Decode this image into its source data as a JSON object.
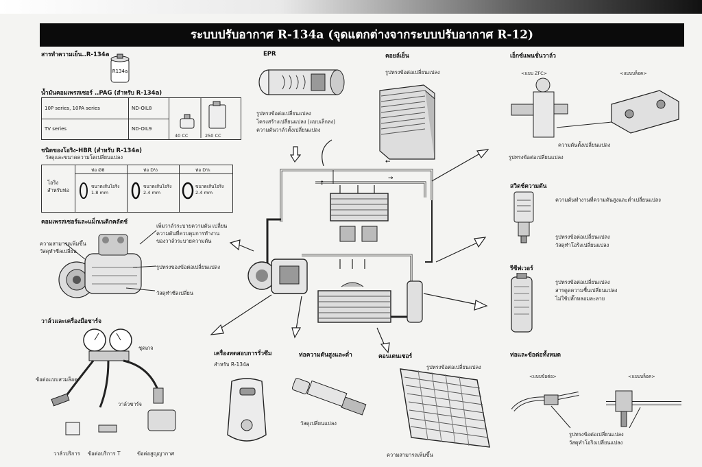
{
  "title": "ระบบปรับอากาศ R-134a (จุดแตกต่างจากระบบปรับอากาศ R-12)",
  "refrigerant": {
    "heading": "สารทำความเย็น..R-134a",
    "can_label": "R134a"
  },
  "oil": {
    "heading": "น้ำมันคอมเพรสเซอร์ ..PAG (สำหรับ R-134a)",
    "rows": [
      {
        "series": "10P series, 10PA series",
        "code": "ND-OIL8"
      },
      {
        "series": "TV series",
        "code": "ND-OIL9"
      }
    ],
    "sizes": [
      "40 CC",
      "250 CC"
    ]
  },
  "oring": {
    "heading": "ชนิดของโอริง-HBR (สำหรับ R-134a)",
    "note": "วัสดุและขนาดความโตเปลี่ยนแปลง",
    "row_label": "โอริง สำหรับท่อ",
    "cols": [
      {
        "head": "ท่อ Ø8",
        "desc": "ขนาดเส้นโอริง",
        "size": "1.8 mm"
      },
      {
        "head": "ท่อ D½",
        "desc": "ขนาดเส้นโอริง",
        "size": "2.4 mm"
      },
      {
        "head": "ท่อ D⅝",
        "desc": "ขนาดเส้นโอริง",
        "size": "2.4 mm"
      }
    ]
  },
  "compressor": {
    "heading": "คอมเพรสเซอร์และแม็กเนติกคลัตช์",
    "notes": [
      "เพิ่มวาล์วระบายความดัน เปลี่ยน",
      "ความดันที่ควบคุมการทำงาน",
      "ของวาล์วระบายความดัน"
    ],
    "left_notes": [
      "ความสามารถเพิ่มขึ้น",
      "วัสดุทำซีลเปลี่ยน"
    ],
    "fitting_note": "รูปทรงของข้อต่อเปลี่ยนแปลง",
    "seal_note": "วัสดุทำซีลเปลี่ยน"
  },
  "gauge": {
    "heading": "วาล์วและเครื่องมือชาร์จ",
    "labels": [
      "ชุดเกจ",
      "ข้อต่อแบบสวมล็อค",
      "วาล์วชาร์จ",
      "วาล์วบริการ",
      "ข้อต่อบริการ T",
      "ข้อต่อสูญญากาศ"
    ]
  },
  "epr": {
    "heading": "EPR",
    "notes": [
      "รูปทรงข้อต่อเปลี่ยนแปลง",
      "โครงสร้างเปลี่ยนแปลง (แบบเล็กลง)",
      "ความดันวาล์วตั้งเปลี่ยนแปลง"
    ]
  },
  "evaporator": {
    "heading": "คอยล์เย็น",
    "note": "รูปทรงข้อต่อเปลี่ยนแปลง"
  },
  "expansion": {
    "heading": "เอ็กซ์แพนชั่นวาล์ว",
    "types": [
      "<แบบ ZFC>",
      "<แบบบล็อค>"
    ],
    "notes": [
      "ความดันตั้งเปลี่ยนแปลง",
      "รูปทรงข้อต่อเปลี่ยนแปลง"
    ]
  },
  "pressure_switch": {
    "heading": "สวิตช์ความดัน",
    "notes": [
      "ความดันทำงานที่ความดันสูงและต่ำเปลี่ยนแปลง",
      "รูปทรงข้อต่อเปลี่ยนแปลง",
      "วัสดุทำโอริงเปลี่ยนแปลง"
    ]
  },
  "receiver": {
    "heading": "รีซีฟเวอร์",
    "notes": [
      "รูปทรงข้อต่อเปลี่ยนแปลง",
      "สารดูดความชื้นเปลี่ยนแปลง",
      "ไม่ใช้ปลั๊กหลอมละลาย"
    ]
  },
  "pipes": {
    "heading": "ท่อและข้อต่อทั้งหมด",
    "types": [
      "<แบบข้อต่อ>",
      "<แบบบล็อค>"
    ],
    "notes": [
      "รูปทรงข้อต่อเปลี่ยนแปลง",
      "วัสดุทำโอริงเปลี่ยนแปลง"
    ]
  },
  "leak_tester": {
    "heading": "เครื่องทดสอบการรั่วซึม",
    "note": "สำหรับ R-134a"
  },
  "hoses": {
    "heading": "ท่อความดันสูงและต่ำ",
    "note": "วัสดุเปลี่ยนแปลง"
  },
  "condenser": {
    "heading": "คอนเดนเซอร์",
    "top_note": "รูปทรงข้อต่อเปลี่ยนแปลง",
    "bottom_note": "ความสามารถเพิ่มขึ้น"
  }
}
